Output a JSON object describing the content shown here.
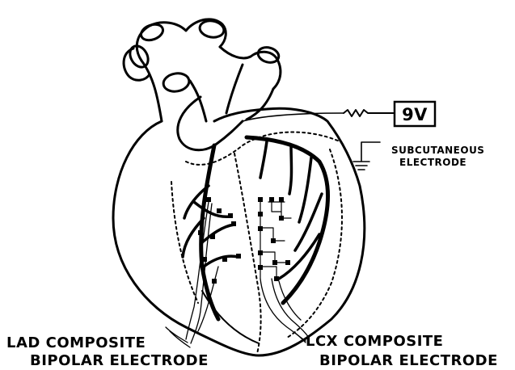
{
  "battery": {
    "label": "9V"
  },
  "ground_electrode": {
    "line1": "SUBCUTANEOUS",
    "line2": "ELECTRODE"
  },
  "lad_electrode": {
    "line1": "LAD COMPOSITE",
    "line2": "BIPOLAR ELECTRODE"
  },
  "lcx_electrode": {
    "line1": "LCX COMPOSITE",
    "line2": "BIPOLAR ELECTRODE"
  },
  "colors": {
    "ink": "#000000",
    "background": "#ffffff"
  }
}
